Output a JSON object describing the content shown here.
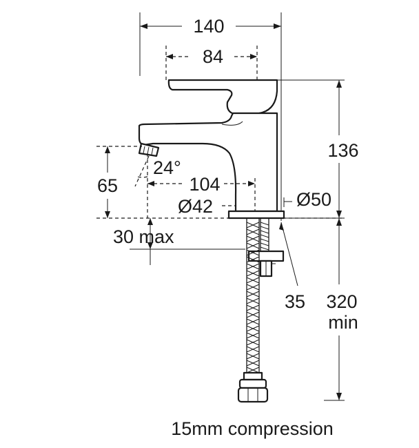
{
  "dimensions": {
    "overall_width": "140",
    "handle_width": "84",
    "height": "136",
    "spout_height": "65",
    "spout_angle": "24°",
    "reach": "104",
    "base_diameter": "Ø50",
    "shank_diameter": "Ø42",
    "deck_thickness": "30 max",
    "nut_size": "35",
    "hose_length": "320",
    "hose_length_suffix": "min"
  },
  "caption": "15mm compression"
}
